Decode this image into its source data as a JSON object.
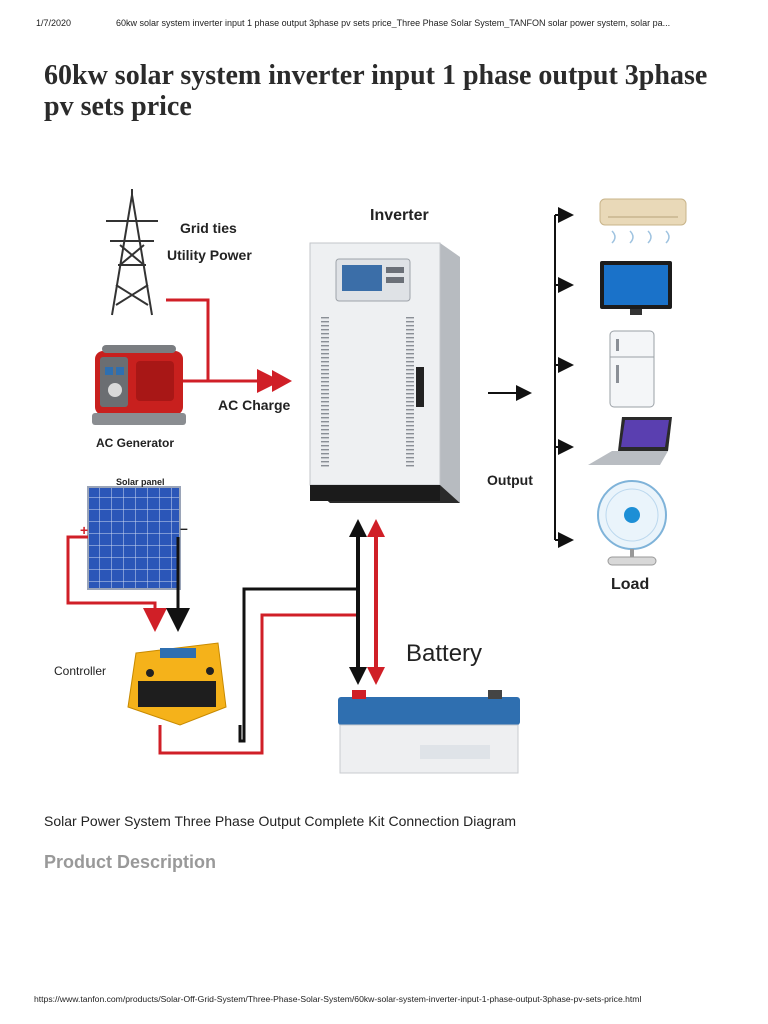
{
  "print_header": {
    "date": "1/7/2020",
    "page_title": "60kw solar system inverter input 1 phase output 3phase pv sets price_Three Phase Solar System_TANFON solar power system, solar pa..."
  },
  "article": {
    "title": "60kw solar system inverter input 1 phase output 3phase pv sets price",
    "image_caption": "Solar Power System Three Phase Output Complete Kit Connection Diagram",
    "section_heading": "Product Description"
  },
  "diagram": {
    "labels": {
      "grid_ties": "Grid ties",
      "utility_power": "Utility Power",
      "inverter": "Inverter",
      "ac_charge": "AC Charge",
      "ac_generator": "AC Generator",
      "solar_panel": "Solar panel",
      "plus": "+",
      "minus": "–",
      "output": "Output",
      "load": "Load",
      "controller": "Controller",
      "battery": "Battery"
    },
    "colors": {
      "wire_red": "#d01f27",
      "wire_black": "#111111",
      "generator_red": "#c8201e",
      "controller_yellow": "#f5b21a",
      "battery_blue": "#2f6fb0",
      "panel_blue": "#2b56b8"
    }
  },
  "print_footer": {
    "url": "https://www.tanfon.com/products/Solar-Off-Grid-System/Three-Phase-Solar-System/60kw-solar-system-inverter-input-1-phase-output-3phase-pv-sets-price.html"
  }
}
